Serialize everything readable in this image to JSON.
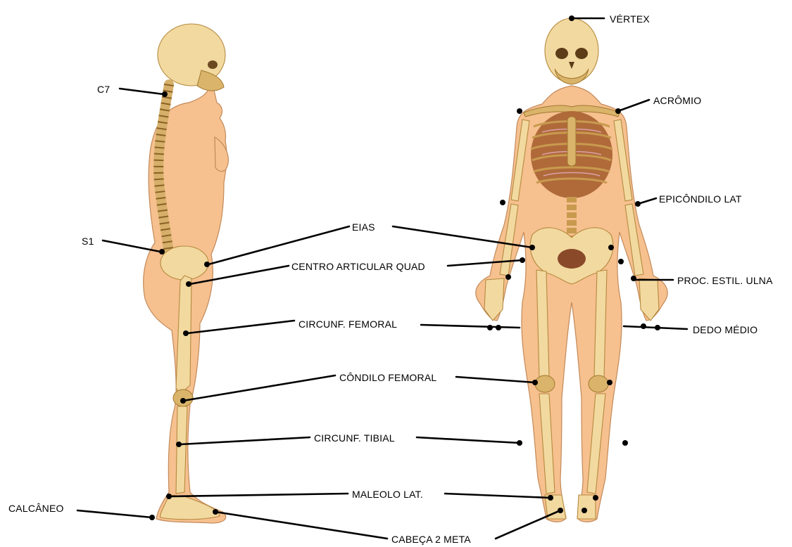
{
  "labels": {
    "vertex": "VÉRTEX",
    "c7": "C7",
    "acromio": "ACRÔMIO",
    "epicondilo": "EPICÔNDILO LAT",
    "s1": "S1",
    "eias": "EIAS",
    "centro": "CENTRO ARTICULAR QUAD",
    "proc_estil": "PROC. ESTIL. ULNA",
    "circ_femoral": "CIRCUNF. FEMORAL",
    "dedo_medio": "DEDO MÉDIO",
    "condilo": "CÔNDILO FEMORAL",
    "circ_tibial": "CIRCUNF. TIBIAL",
    "maleolo": "MALEOLO LAT.",
    "calcaneo": "CALCÂNEO",
    "cabeca_meta": "CABEÇA 2 META"
  },
  "colors": {
    "skin": "#f6c08f",
    "bone": "#f2d9a0",
    "leader": "#000000",
    "background": "#ffffff"
  }
}
